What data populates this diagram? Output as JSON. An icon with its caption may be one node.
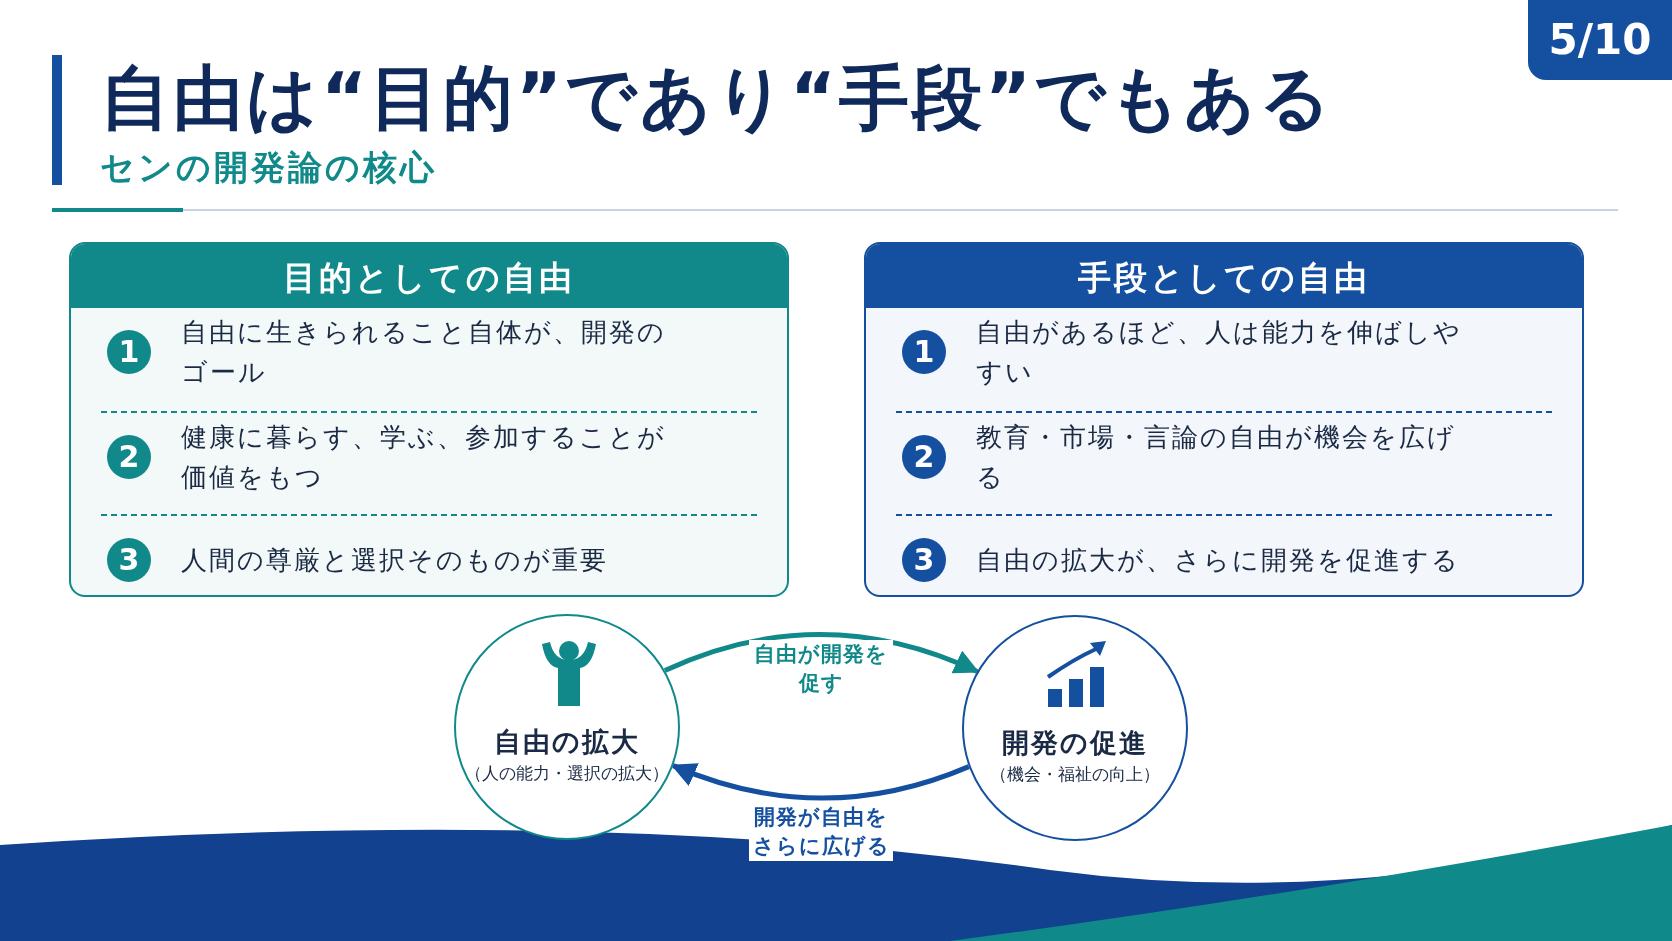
{
  "diagram": {
    "title": "自由は“目的”であり“手段”でもある",
    "nodes": [
      {
        "text": [
          "目的としての自由"
        ]
      },
      {
        "text": [
          "1"
        ],
        "in": 0,
        "beside": [
          "自由に生きられること自体が、開発のゴール"
        ]
      },
      {
        "text": [
          "2"
        ],
        "in": 0,
        "beside": [
          "健康に暮らす、学ぶ、参加することが価値をもつ"
        ]
      },
      {
        "text": [
          "3"
        ],
        "in": 0,
        "beside": [
          "人間の尊厳と選択そのものが重要"
        ]
      },
      {
        "text": [
          "手段としての自由"
        ]
      },
      {
        "text": [
          "1"
        ],
        "in": 4,
        "beside": [
          "自由があるほど、人は能力を伸ばしやすい"
        ]
      },
      {
        "text": [
          "2"
        ],
        "in": 4,
        "beside": [
          "教育・市場・言論の自由が機会を広げる"
        ]
      },
      {
        "text": [
          "3"
        ],
        "in": 4,
        "beside": [
          "自由の拡大が、さらに開発を促進する"
        ]
      },
      {
        "text": [
          "自由の拡大",
          "（人の能力・選択の拡大）"
        ]
      },
      {
        "text": [
          "開発の促進",
          "（機会・福祉の向上）"
        ]
      }
    ],
    "edges": [
      {
        "from": 8,
        "to": 9,
        "arrow": "to",
        "label": "自由が開発を促す",
        "color": "#11898b"
      },
      {
        "from": 9,
        "to": 8,
        "arrow": "to",
        "label": "開発が自由をさらに広げる",
        "color": "#1550a0"
      }
    ],
    "labels": [
      "5/10",
      "センの開発論の核心"
    ]
  }
}
